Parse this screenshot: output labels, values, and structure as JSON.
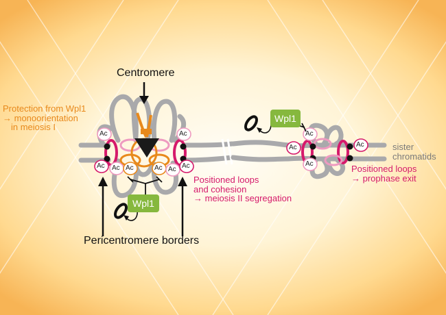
{
  "labels": {
    "centromere": "Centromere",
    "protection": [
      "Protection from Wpl1",
      "→ monoorientation",
      "in meiosis I"
    ],
    "positioned_cohesion": [
      "Positioned loops",
      "and cohesion",
      "→ meiosis II segregation"
    ],
    "pericentromere_borders": "Pericentromere borders",
    "positioned_prophase": [
      "Positioned loops",
      "→ prophase exit"
    ],
    "sister_chromatids": [
      "sister",
      "chromatids"
    ],
    "wpl1": "Wpl1",
    "ac": "Ac"
  },
  "colors": {
    "chromatin": "#a9a9ab",
    "cohesin_magenta": "#d51a6b",
    "cohesin_pink": "#ee9ac0",
    "cohesin_orange": "#e8891b",
    "wpl1_green": "#86b83e",
    "text_orange": "#e8891b",
    "text_magenta": "#d51a6b"
  },
  "icons": [
    "arrow-down-icon",
    "arrow-up-icon",
    "inhibition-icon",
    "cohesin-ring-icon",
    "kinetochore-icon"
  ]
}
